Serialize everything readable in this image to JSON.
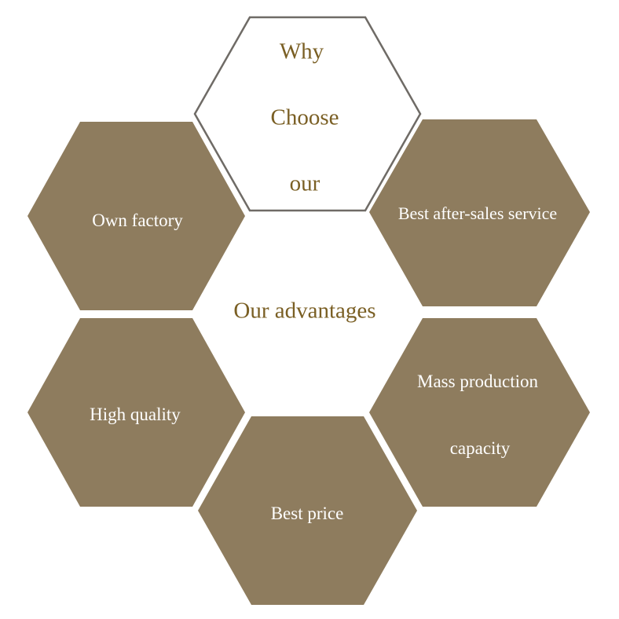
{
  "center_title": "Our advantages",
  "header_lines": [
    "Why",
    "Choose",
    "our"
  ],
  "advantages": [
    {
      "id": "own-factory",
      "lines": [
        "Own factory"
      ]
    },
    {
      "id": "after-sales",
      "lines": [
        "Best after-sales service"
      ]
    },
    {
      "id": "high-quality",
      "lines": [
        "High quality"
      ]
    },
    {
      "id": "mass-production",
      "lines": [
        "Mass production",
        "capacity"
      ]
    },
    {
      "id": "best-price",
      "lines": [
        "Best price"
      ]
    }
  ],
  "colors": {
    "hex_fill": "#8e7c5e",
    "hex_outline": "#6f6b66",
    "text_light": "#ffffff",
    "text_dark": "#7a5f24"
  }
}
